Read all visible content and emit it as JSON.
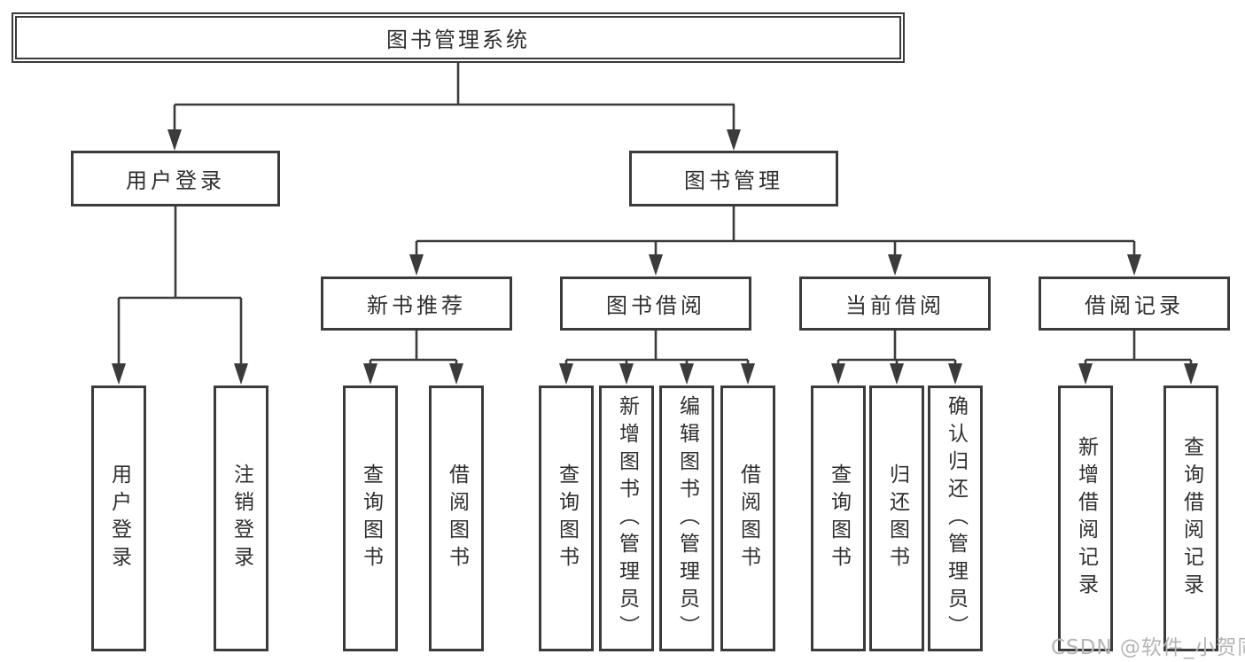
{
  "colors": {
    "line": "#3b3b3b",
    "text": "#2f2f2f",
    "watermark_color": "#b5b5b5",
    "background": "#ffffff"
  },
  "tree": {
    "root": {
      "label": "图书管理系统"
    },
    "branches": [
      {
        "label": "用户登录",
        "children": [
          {
            "label": "用户登录"
          },
          {
            "label": "注销登录"
          }
        ]
      },
      {
        "label": "图书管理",
        "children": [
          {
            "label": "新书推荐",
            "children": [
              {
                "label": "查询图书"
              },
              {
                "label": "借阅图书"
              }
            ]
          },
          {
            "label": "图书借阅",
            "children": [
              {
                "label": "查询图书"
              },
              {
                "label": "新增图书（管理员）"
              },
              {
                "label": "编辑图书（管理员）"
              },
              {
                "label": "借阅图书"
              }
            ]
          },
          {
            "label": "当前借阅",
            "children": [
              {
                "label": "查询图书"
              },
              {
                "label": "归还图书"
              },
              {
                "label": "确认归还（管理员）"
              }
            ]
          },
          {
            "label": "借阅记录",
            "children": [
              {
                "label": "新增借阅记录"
              },
              {
                "label": "查询借阅记录"
              }
            ]
          }
        ]
      }
    ]
  },
  "watermark": {
    "text": "CSDN @软件_小贺同学"
  }
}
